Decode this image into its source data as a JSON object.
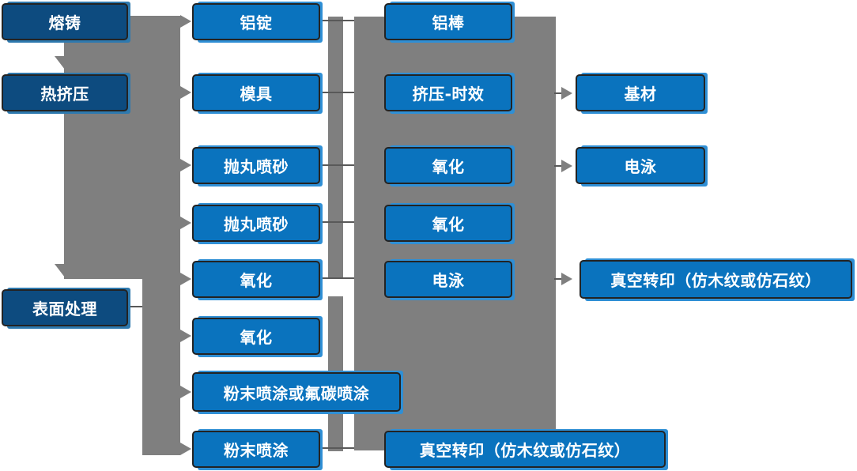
{
  "diagram_title": "",
  "nodes": {
    "melting": {
      "label": "熔铸"
    },
    "hot_extrusion": {
      "label": "热挤压"
    },
    "surface_treatment": {
      "label": "表面处理"
    },
    "aluminum_ingot": {
      "label": "铝锭"
    },
    "mold": {
      "label": "模具"
    },
    "shot_blasting_1": {
      "label": "抛丸喷砂"
    },
    "shot_blasting_2": {
      "label": "抛丸喷砂"
    },
    "oxidation_a": {
      "label": "氧化"
    },
    "oxidation_b": {
      "label": "氧化"
    },
    "powder_or_fluorocarbon": {
      "label": "粉末喷涂或氟碳喷涂"
    },
    "powder_coating": {
      "label": "粉末喷涂"
    },
    "aluminum_rod": {
      "label": "铝棒"
    },
    "extrusion_aging": {
      "label": "挤压-时效"
    },
    "oxidation_c": {
      "label": "氧化"
    },
    "oxidation_d": {
      "label": "氧化"
    },
    "electrophoresis_a": {
      "label": "电泳"
    },
    "vacuum_transfer_a": {
      "label": "真空转印（仿木纹或仿石纹）"
    },
    "substrate": {
      "label": "基材"
    },
    "electrophoresis_b": {
      "label": "电泳"
    },
    "vacuum_transfer_b": {
      "label": "真空转印（仿木纹或仿石纹）"
    }
  },
  "colors": {
    "box_bright": "#0a73be",
    "box_dark": "#0d4b7f",
    "hl_bright": "#2f8fd5",
    "hl_dark": "#2e79ae",
    "gray": "#7f7f7f",
    "line": "#595959",
    "border": "#232323"
  }
}
